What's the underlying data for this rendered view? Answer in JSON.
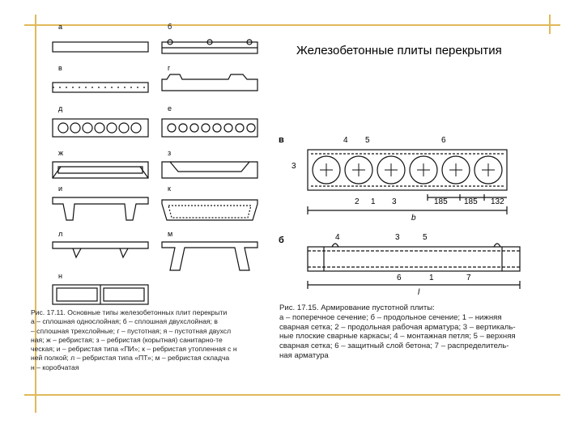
{
  "title": "Железобетонные плиты перекрытия",
  "left_figure": {
    "panels": [
      "а",
      "б",
      "в",
      "г",
      "д",
      "е",
      "ж",
      "з",
      "и",
      "к",
      "л",
      "м",
      "н"
    ],
    "caption": "Рис. 17.11. Основные типы железобетонных плит перекрыти\nа – сплошная однослойная; б – сплошная двухслойная; в\n– сплошная трехслойные; г – пустотная; я – пустотная двухсл\nная; ж – ребристая; з – ребристая (корытная) санитарно-те\nческая; и – ребристая типа «ПИ»; к – ребристая утопленная с н\nней полкой; л – ребристая типа «ПТ»; м – ребристая складча\nн – коробчатая"
  },
  "right_figure": {
    "panel_v": "в",
    "panel_b": "б",
    "labels_top": [
      "4",
      "5",
      "6",
      "3",
      "2",
      "1",
      "3"
    ],
    "dimensions": [
      "185",
      "185",
      "132"
    ],
    "dim_b": "b",
    "labels_bottom": [
      "4",
      "3",
      "5",
      "6",
      "1",
      "7",
      "l"
    ],
    "caption": "Рис. 17.15. Армирование пустотной плиты:\nа – поперечное сечение; б – продольное сечение; 1 – нижняя\nсварная сетка; 2 – продольная рабочая арматура; 3 – вертикаль-\nные плоские сварные каркасы; 4 – монтажная петля; 5 – верхняя\nсварная сетка; 6 – защитный слой бетона; 7 – распределитель-\nная арматура"
  }
}
